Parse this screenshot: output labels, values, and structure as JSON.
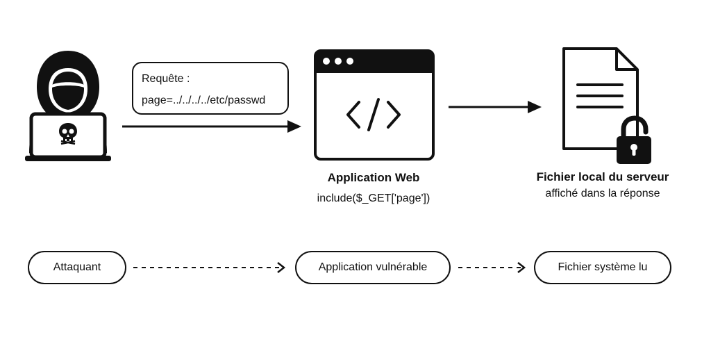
{
  "request": {
    "line1": "Requête :",
    "line2": "page=../../../../etc/passwd"
  },
  "webapp": {
    "title": "Application Web",
    "code": "include($_GET['page'])"
  },
  "file": {
    "title": "Fichier local du serveur",
    "subtitle": "affiché dans la réponse"
  },
  "flow": {
    "steps": [
      "Attaquant",
      "Application vulnérable",
      "Fichier système lu"
    ]
  },
  "icons": {
    "attacker": "hooded-hacker-icon",
    "skull": "skull-icon",
    "browser": "browser-window-icon",
    "code": "code-brackets-icon",
    "document": "document-icon",
    "unlock": "unlocked-padlock-icon"
  },
  "colors": {
    "ink": "#111111",
    "background": "#ffffff"
  }
}
